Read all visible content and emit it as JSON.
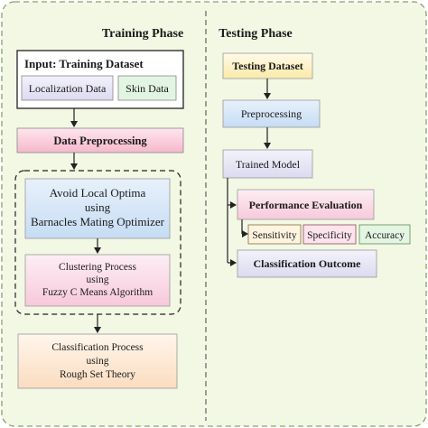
{
  "colors": {
    "panel_bg": "#f2f8e4",
    "pink": "#f8c8d8",
    "pink_light": "#fde6ee",
    "lavender": "#e4e2f4",
    "mint": "#e2f4e2",
    "blue": "#cfe2f6",
    "orange_light": "#fde9d4",
    "yellow_light": "#fff2cc",
    "line": "#222222"
  },
  "training": {
    "title": "Training Phase",
    "input": {
      "title": "Input: Training Dataset",
      "item1": "Localization Data",
      "item2": "Skin Data"
    },
    "preprocessing": "Data Preprocessing",
    "optimizer": {
      "line1": "Avoid Local Optima",
      "line2": "using",
      "line3": "Barnacles Mating Optimizer"
    },
    "clustering": {
      "line1": "Clustering Process",
      "line2": "using",
      "line3": "Fuzzy C Means Algorithm"
    },
    "classification": {
      "line1": "Classification Process",
      "line2": "using",
      "line3": "Rough Set Theory"
    }
  },
  "testing": {
    "title": "Testing Phase",
    "dataset": "Testing Dataset",
    "preprocessing": "Preprocessing",
    "trained_model": "Trained Model",
    "performance": "Performance Evaluation",
    "metric1": "Sensitivity",
    "metric2": "Specificity",
    "metric3": "Accuracy",
    "outcome": "Classification Outcome"
  }
}
